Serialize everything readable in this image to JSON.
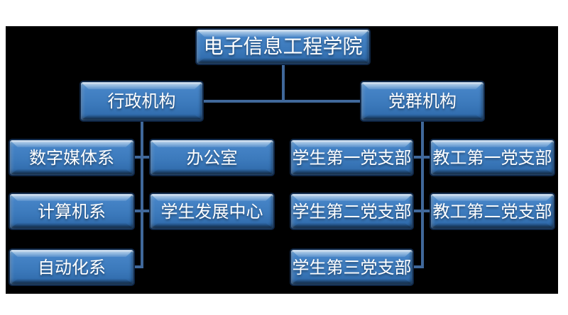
{
  "diagram": {
    "type": "org-chart",
    "title": "电子信息工程学院",
    "nodes": {
      "root": "电子信息工程学院",
      "admin": "行政机构",
      "party": "党群机构",
      "digital_media": "数字媒体系",
      "computer": "计算机系",
      "automation": "自动化系",
      "office": "办公室",
      "student_dev_center": "学生发展中心",
      "student_branch_1": "学生第一党支部",
      "student_branch_2": "学生第二党支部",
      "student_branch_3": "学生第三党支部",
      "faculty_branch_1": "教工第一党支部",
      "faculty_branch_2": "教工第二党支部"
    },
    "hierarchy": {
      "电子信息工程学院": {
        "行政机构": [
          "数字媒体系",
          "计算机系",
          "自动化系",
          "办公室",
          "学生发展中心"
        ],
        "党群机构": [
          "学生第一党支部",
          "学生第二党支部",
          "学生第三党支部",
          "教工第一党支部",
          "教工第二党支部"
        ]
      }
    }
  },
  "colors": {
    "page_bg": "#ffffff",
    "canvas_bg": "#000000",
    "node_fill": "#3c7abc",
    "node_fill_light": "#8ab6e2",
    "node_fill_dark": "#27609f",
    "node_border": "#0f2747",
    "connector": "#40689a",
    "node_text": "#ffffff"
  }
}
